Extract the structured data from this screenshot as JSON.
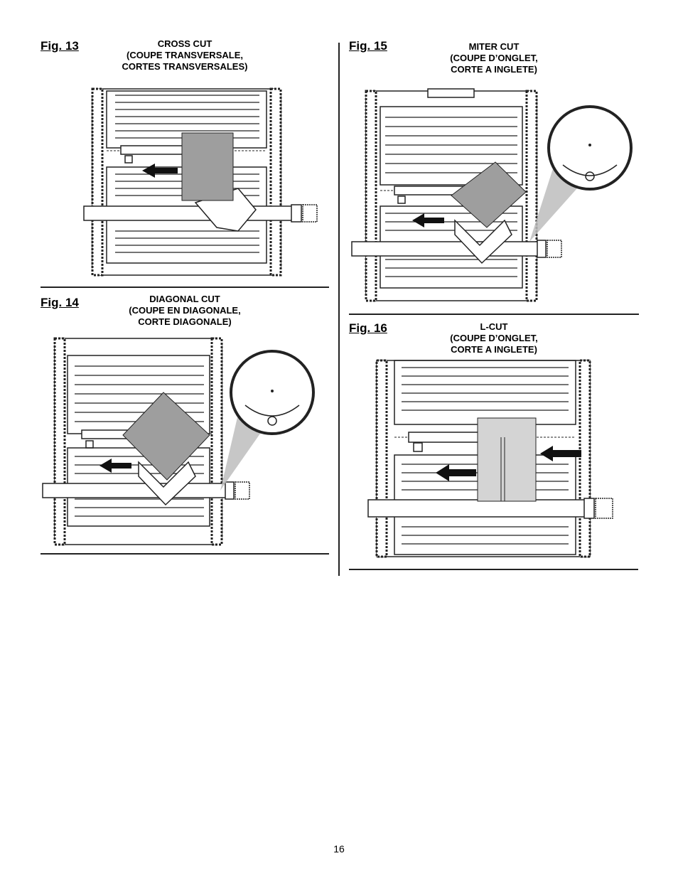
{
  "figures": [
    {
      "id": "fig13",
      "label": "Fig. 13",
      "caption": [
        "CROSS CUT",
        "(COUPE TRANSVERSALE,",
        "CORTES TRANSVERSALES)"
      ]
    },
    {
      "id": "fig14",
      "label": "Fig. 14",
      "caption": [
        "DIAGONAL CUT",
        "(COUPE EN DIAGONALE,",
        "CORTE DIAGONALE)"
      ]
    },
    {
      "id": "fig15",
      "label": "Fig. 15",
      "caption": [
        "MITER CUT",
        "(COUPE D’ONGLET,",
        "CORTE A INGLETE)"
      ]
    },
    {
      "id": "fig16",
      "label": "Fig. 16",
      "caption": [
        "L-CUT",
        "(COUPE D’ONGLET,",
        "CORTE A INGLETE)"
      ]
    }
  ],
  "page_number": "16",
  "colors": {
    "ink": "#222222",
    "workpiece": "#9e9e9e",
    "workpiece_light": "#d4d4d4",
    "magnifier_cone": "#bdbdbd"
  }
}
